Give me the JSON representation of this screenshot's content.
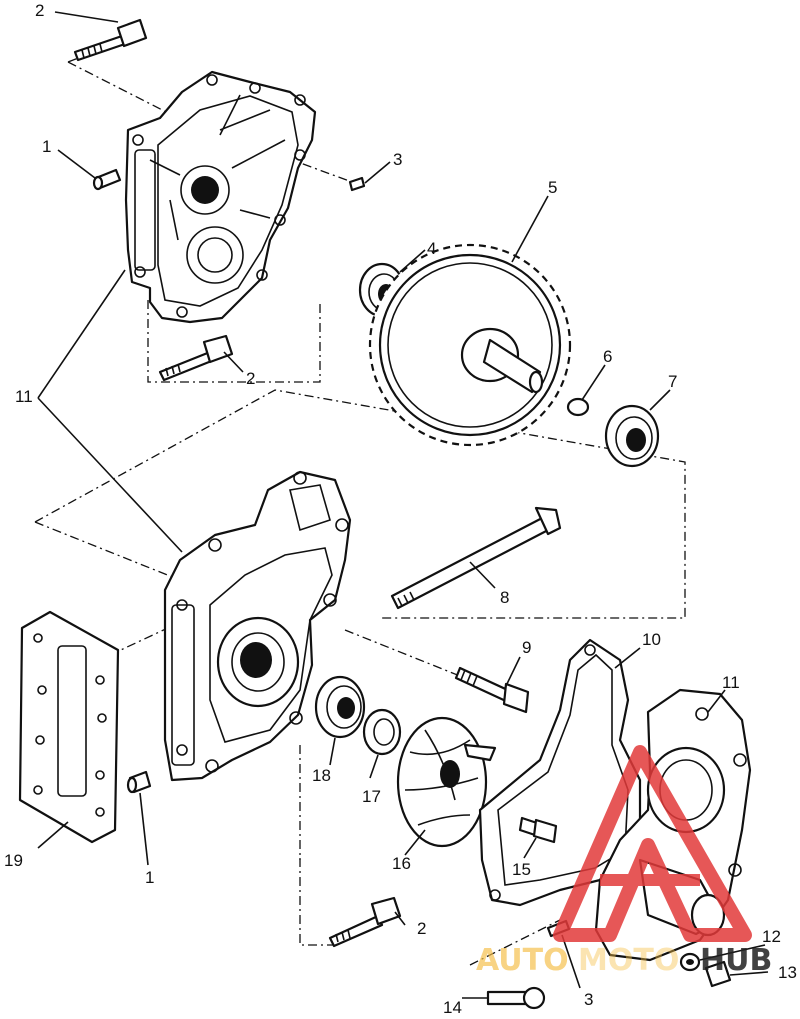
{
  "callouts": {
    "c1_top": "1",
    "c1_bottom": "1",
    "c2_top": "2",
    "c2_mid": "2",
    "c2_bottom": "2",
    "c3_top": "3",
    "c3_bottom": "3",
    "c4": "4",
    "c5": "5",
    "c6": "6",
    "c7": "7",
    "c8": "8",
    "c9": "9",
    "c10": "10",
    "c11_left": "11",
    "c11_right": "11",
    "c12": "12",
    "c13": "13",
    "c14": "14",
    "c15": "15",
    "c16": "16",
    "c17": "17",
    "c18": "18",
    "c19": "19"
  },
  "watermark": {
    "text_left": "AUTO",
    "text_mid": "MOTO",
    "text_right": "HUB",
    "color_left": "#f5c04a",
    "color_right": "#222222",
    "color_logo": "#e23a3a"
  }
}
